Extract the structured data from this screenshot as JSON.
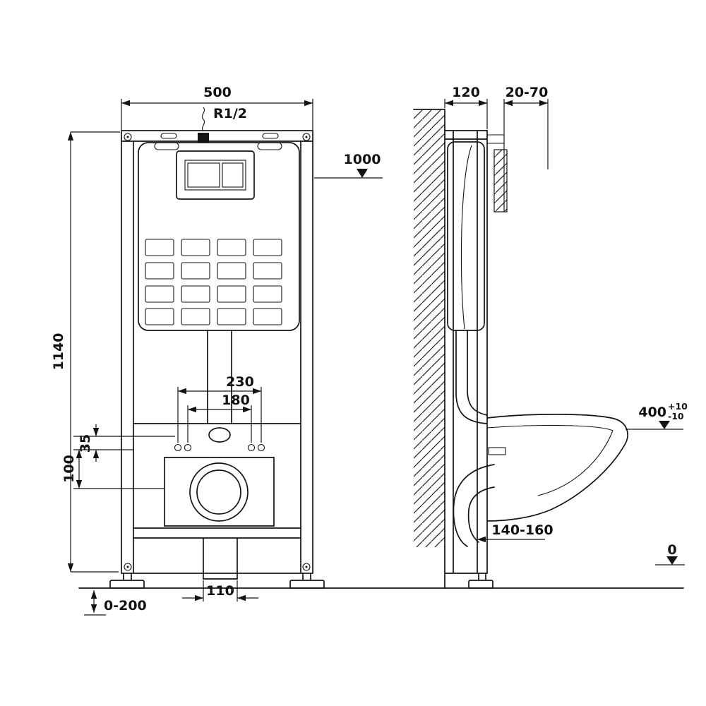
{
  "drawing": {
    "title": "concealed cistern wall-frame installation drawing",
    "labels": {
      "width_500": "500",
      "inlet_r12": "R1/2",
      "level_1000": "1000",
      "height_1140": "1140",
      "holes_230": "230",
      "holes_180": "180",
      "offset_100": "100",
      "offset_35": "35",
      "pipe_110": "110",
      "feet_0_200": "0-200",
      "depth_120": "120",
      "plate_20_70": "20-70",
      "bowl_400": "400",
      "tol_plus": "+10",
      "tol_minus": "-10",
      "outlet_140_160": "140-160",
      "floor_0": "0"
    },
    "colors": {
      "line": "#141414",
      "background": "#ffffff"
    }
  }
}
